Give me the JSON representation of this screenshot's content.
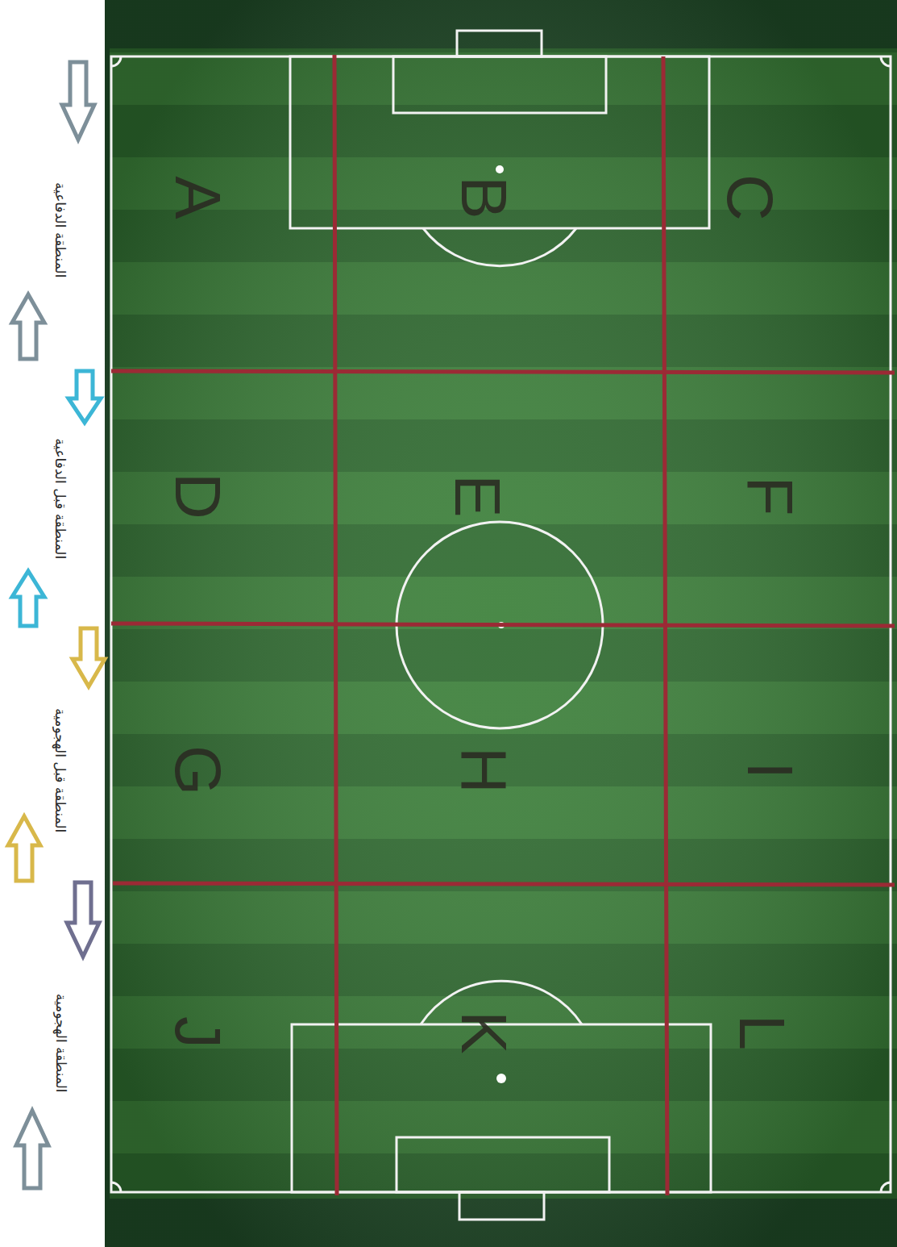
{
  "diagram": {
    "labels": [
      "A",
      "B",
      "C",
      "D",
      "E",
      "F",
      "G",
      "H",
      "I",
      "J",
      "K",
      "L",
      "المنطقة الدفاعية",
      "المنطقة قبل الدفاعية",
      "المنطقة قبل الهجومية",
      "المنطقة الهجومية"
    ]
  }
}
